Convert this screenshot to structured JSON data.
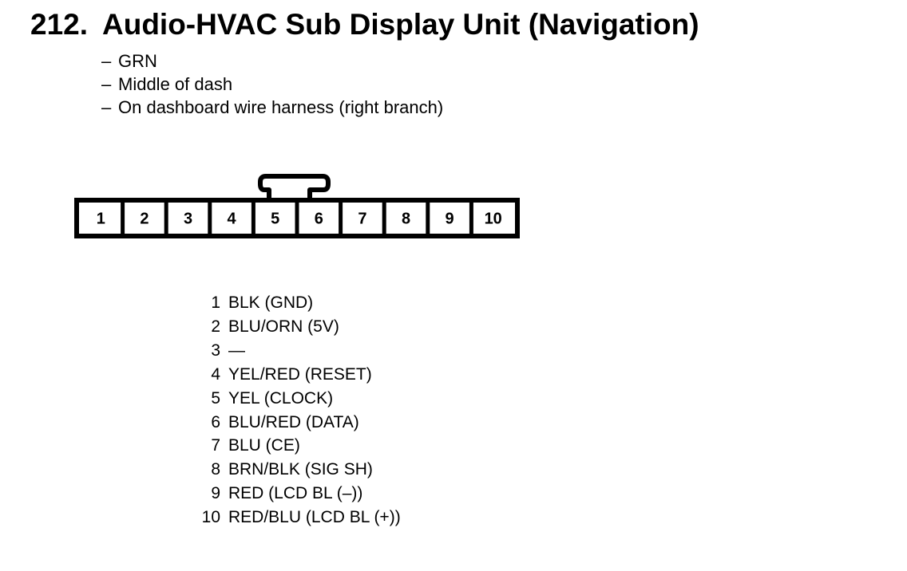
{
  "header": {
    "number": "212.",
    "title": "Audio-HVAC Sub Display Unit (Navigation)"
  },
  "notes": [
    "GRN",
    "Middle of dash",
    "On dashboard wire harness (right branch)"
  ],
  "note_dash": "–",
  "connector": {
    "cavities": [
      "1",
      "2",
      "3",
      "4",
      "5",
      "6",
      "7",
      "8",
      "9",
      "10"
    ]
  },
  "pinout": [
    {
      "pin": "1",
      "desc": "BLK (GND)"
    },
    {
      "pin": "2",
      "desc": "BLU/ORN (5V)"
    },
    {
      "pin": "3",
      "desc": "—"
    },
    {
      "pin": "4",
      "desc": "YEL/RED (RESET)"
    },
    {
      "pin": "5",
      "desc": "YEL (CLOCK)"
    },
    {
      "pin": "6",
      "desc": "BLU/RED (DATA)"
    },
    {
      "pin": "7",
      "desc": "BLU (CE)"
    },
    {
      "pin": "8",
      "desc": "BRN/BLK (SIG SH)"
    },
    {
      "pin": "9",
      "desc": "RED (LCD BL (–))"
    },
    {
      "pin": "10",
      "desc": "RED/BLU (LCD BL (+))"
    }
  ]
}
